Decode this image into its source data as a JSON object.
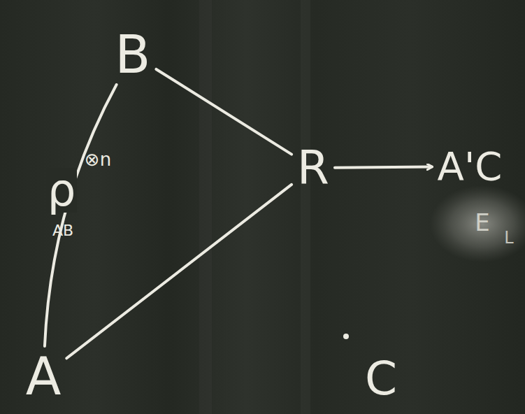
{
  "diagram": {
    "nodes": [
      {
        "text": [
          "B"
        ]
      },
      {
        "text": [
          "R"
        ]
      },
      {
        "text": [
          "A'C"
        ]
      },
      {
        "text": [
          "A"
        ]
      }
    ],
    "edges": [
      {
        "from": 3,
        "to": 0,
        "label": "ρ",
        "arrow": "none"
      },
      {
        "from": 0,
        "to": 1,
        "arrow": "none"
      },
      {
        "from": 3,
        "to": 1,
        "arrow": "none"
      },
      {
        "from": 1,
        "to": 2,
        "arrow": "to"
      }
    ],
    "labels": [
      "⊗n",
      "AB",
      "E",
      "L",
      "C"
    ]
  }
}
